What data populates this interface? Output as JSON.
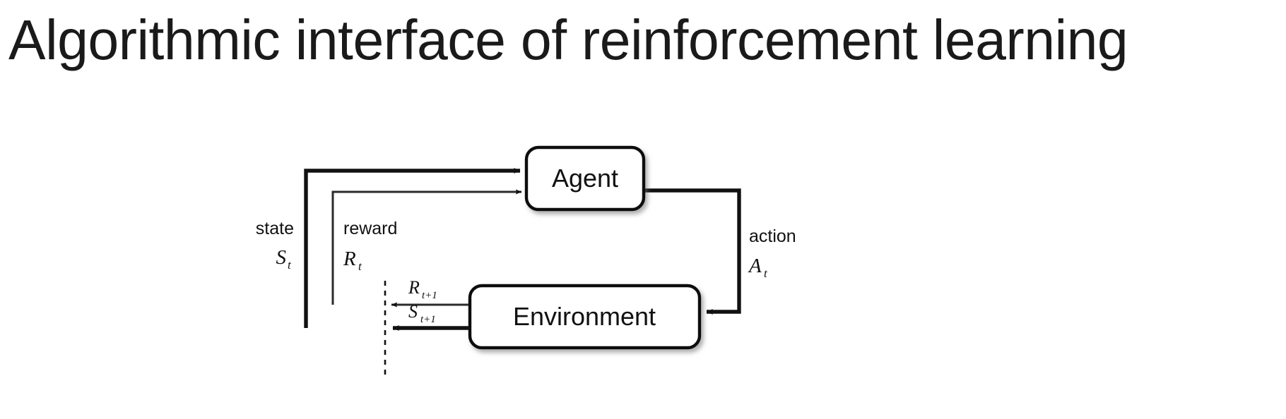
{
  "slide": {
    "title": "Algorithmic interface of reinforcement learning",
    "background_color": "#ffffff",
    "text_color": "#1a1a1a"
  },
  "diagram": {
    "name": "agent-environment-interaction-loop",
    "type": "block-diagram",
    "stroke_color": "#111111",
    "fill_color": "#ffffff",
    "nodes": [
      {
        "id": "agent",
        "label": "Agent"
      },
      {
        "id": "environment",
        "label": "Environment"
      }
    ],
    "edges": [
      {
        "id": "state-to-agent",
        "from": "environment",
        "to": "agent",
        "word_label": "state",
        "math_label": "S",
        "math_subscript": "t",
        "weight": "thick"
      },
      {
        "id": "reward-to-agent",
        "from": "environment",
        "to": "agent",
        "word_label": "reward",
        "math_label": "R",
        "math_subscript": "t",
        "weight": "thin"
      },
      {
        "id": "action-to-environment",
        "from": "agent",
        "to": "environment",
        "word_label": "action",
        "math_label": "A",
        "math_subscript": "t",
        "weight": "thick"
      },
      {
        "id": "next-reward",
        "from": "environment",
        "to": "boundary",
        "math_label": "R",
        "math_subscript": "t+1",
        "weight": "thin"
      },
      {
        "id": "next-state",
        "from": "environment",
        "to": "boundary",
        "math_label": "S",
        "math_subscript": "t+1",
        "weight": "thick"
      }
    ],
    "boundary": {
      "id": "time-boundary",
      "style": "dashed-vertical-line"
    }
  }
}
